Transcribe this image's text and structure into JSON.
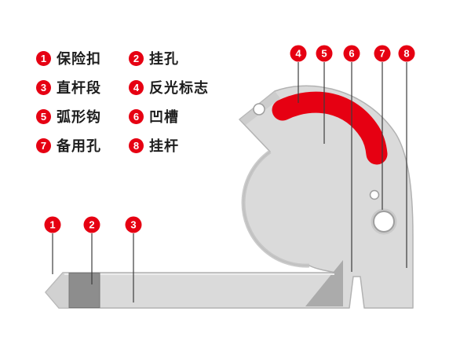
{
  "colors": {
    "accent_red": "#e60012",
    "body_gray": "#dadada",
    "body_edge": "#b2b2b2",
    "block_gray": "#8d8d8d",
    "line_color": "#3c3c3c",
    "text_color": "#1d1d1d"
  },
  "legend": {
    "items": [
      {
        "num": "1",
        "label": "保险扣"
      },
      {
        "num": "2",
        "label": "挂孔"
      },
      {
        "num": "3",
        "label": "直杆段"
      },
      {
        "num": "4",
        "label": "反光标志"
      },
      {
        "num": "5",
        "label": "弧形钩"
      },
      {
        "num": "6",
        "label": "凹槽"
      },
      {
        "num": "7",
        "label": "备用孔"
      },
      {
        "num": "8",
        "label": "挂杆"
      }
    ]
  }
}
